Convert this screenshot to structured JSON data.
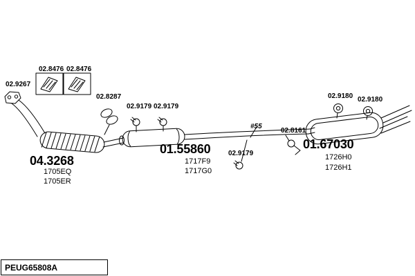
{
  "colors": {
    "ink": "#000000",
    "background": "#ffffff"
  },
  "parts": {
    "flange_gasket": "02.9267",
    "bracket_a": "02.8476",
    "bracket_b": "02.8476",
    "rubber_hanger": "02.8287",
    "clamp_a": "02.9179",
    "clamp_b": "02.9179",
    "clamp_c": "02.9179",
    "pipe_note": "#55",
    "rear_bracket": "02.8161",
    "mounting_ring_a": "02.9180",
    "mounting_ring_b": "02.9180",
    "front_silencer": {
      "number": "04.3268",
      "refs": [
        "1705EQ",
        "1705ER"
      ]
    },
    "centre_silencer": {
      "number": "01.55860",
      "refs": [
        "1717F9",
        "1717G0"
      ]
    },
    "rear_silencer": {
      "number": "01.67030",
      "refs": [
        "1726H0",
        "1726H1"
      ]
    }
  },
  "footer": {
    "code": "PEUG65808A"
  }
}
